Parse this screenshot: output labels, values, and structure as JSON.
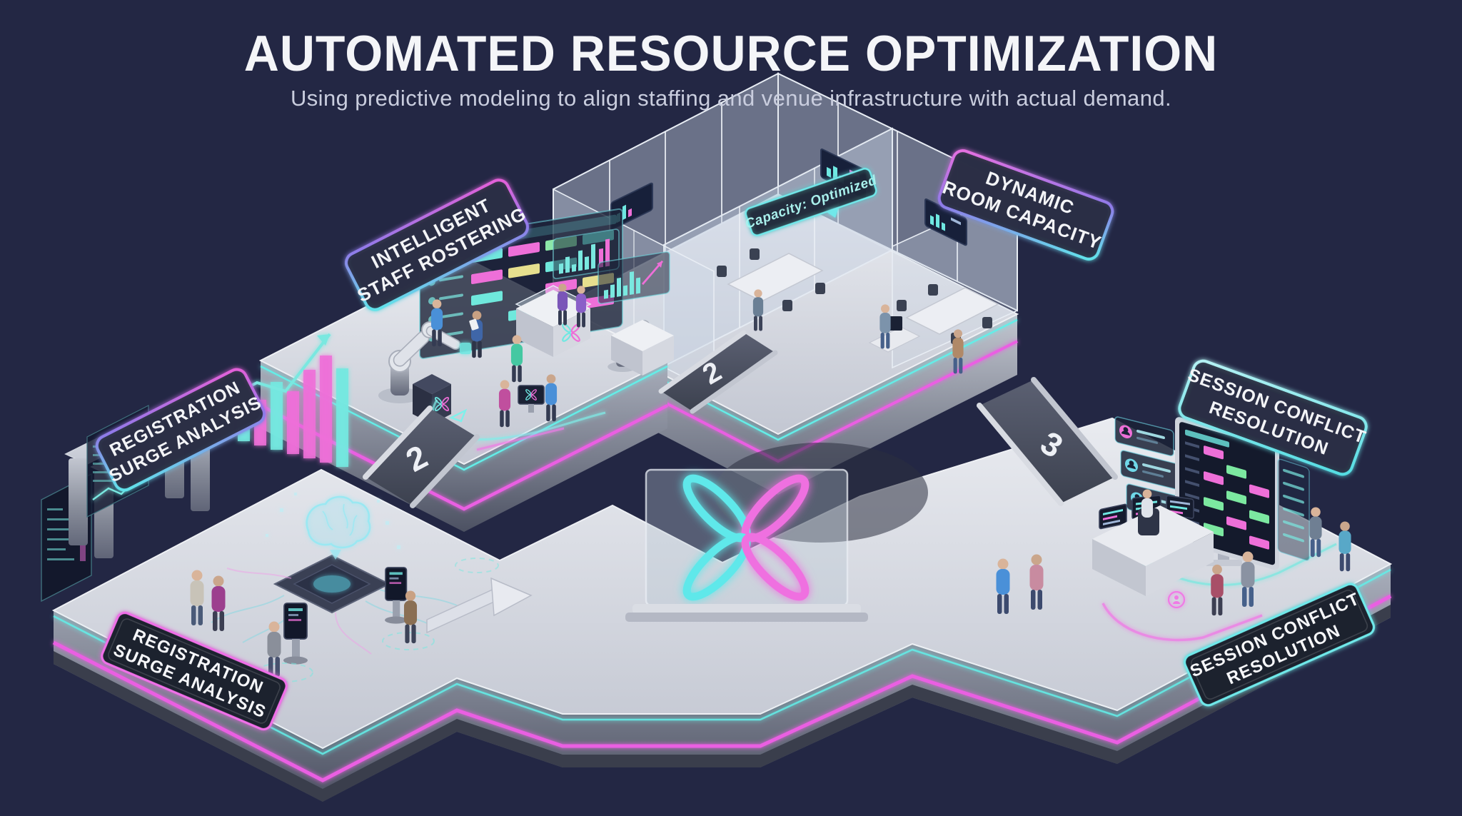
{
  "header": {
    "title": "AUTOMATED RESOURCE OPTIMIZATION",
    "subtitle": "Using predictive modeling to align staffing and venue infrastructure with actual demand."
  },
  "zones": {
    "registration_surge": {
      "sign_line1": "REGISTRATION",
      "sign_line2": "SURGE ANALYSIS",
      "edge_line1": "REGISTRATION",
      "edge_line2": "SURGE ANALYSIS"
    },
    "staff_rostering": {
      "sign_line1": "INTELLIGENT",
      "sign_line2": "STAFF ROSTERING"
    },
    "room_capacity": {
      "sign_line1": "DYNAMIC",
      "sign_line2": "ROOM CAPACITY",
      "status_label": "Capacity: Optimized"
    },
    "conflict_resolution": {
      "sign_line1": "SESSION CONFLICT",
      "sign_line2": "RESOLUTION",
      "edge_line1": "SESSION CONFLICT",
      "edge_line2": "RESOLUTION"
    }
  },
  "ramps": [
    {
      "number": "2"
    },
    {
      "number": "2"
    },
    {
      "number": "3"
    }
  ],
  "colors": {
    "background": "#232744",
    "neon_cyan": "#64eee8",
    "neon_magenta": "#ea5fe2",
    "platform_silver": "#c9cdd7",
    "glass": "#d3dde8",
    "screen_dark": "#161c2e",
    "block_pink": "#ee6fd8",
    "block_green": "#7ce8a0",
    "block_yellow": "#e6df8e",
    "block_cyan": "#6fe8dc"
  }
}
